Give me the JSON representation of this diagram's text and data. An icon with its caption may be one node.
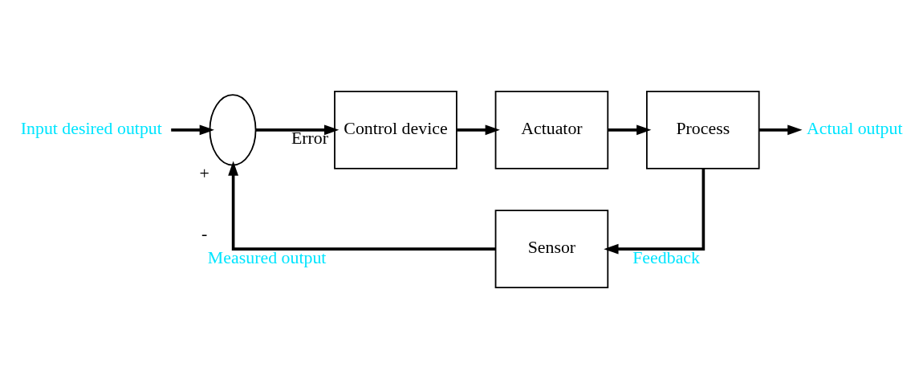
{
  "diagram": {
    "nodes": [
      {
        "text": [
          "Input desired output"
        ]
      },
      {
        "text": [],
        "shape": "circle",
        "beside": [
          "+",
          "-"
        ]
      },
      {
        "text": [
          "Control device"
        ]
      },
      {
        "text": [
          "Actuator"
        ]
      },
      {
        "text": [
          "Process"
        ]
      },
      {
        "text": [
          "Actual output"
        ]
      },
      {
        "text": [
          "Sensor"
        ]
      }
    ],
    "edges": [
      {
        "from": 0,
        "to": 1,
        "arrow": "to"
      },
      {
        "from": 1,
        "to": 2,
        "arrow": "to",
        "label": "Error"
      },
      {
        "from": 2,
        "to": 3,
        "arrow": "to"
      },
      {
        "from": 3,
        "to": 4,
        "arrow": "to"
      },
      {
        "from": 4,
        "to": 5,
        "arrow": "to"
      },
      {
        "from": 4,
        "to": 6,
        "arrow": "to",
        "label": "Feedback"
      },
      {
        "from": 6,
        "to": 1,
        "arrow": "to",
        "label": "Measured output"
      }
    ]
  }
}
